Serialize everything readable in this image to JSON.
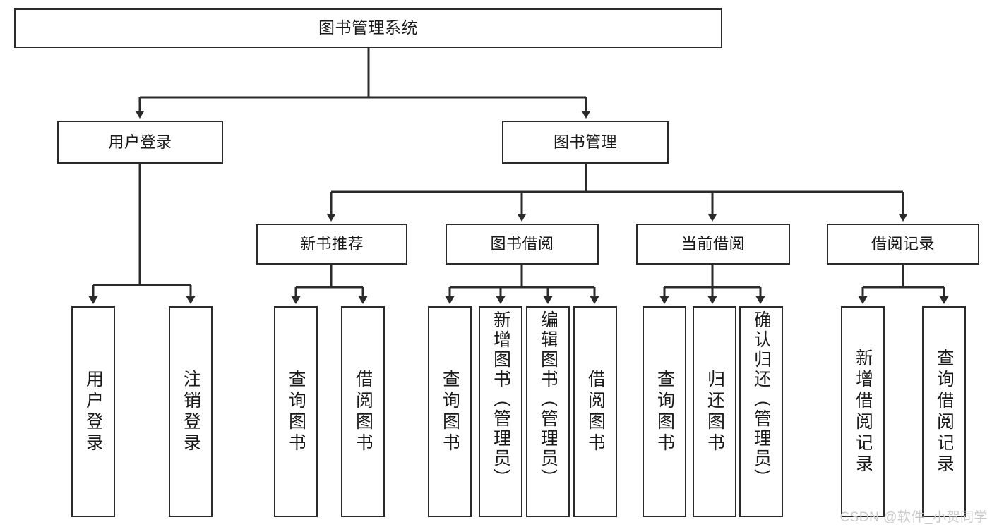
{
  "diagram": {
    "kind": "tree-hierarchy-chart",
    "title": "图书管理系统",
    "watermark": "CSDN @软件_小贺同学",
    "style": {
      "border_color": "#2b2b2b",
      "fill_color": "#ffffff",
      "text_color": "#1a1a1a",
      "line_color": "#2b2b2b",
      "watermark_color": "#c9c9c9"
    },
    "nodes": {
      "root": {
        "label": "图书管理系统"
      },
      "level1": [
        {
          "id": "user-login",
          "label": "用户登录"
        },
        {
          "id": "book-manage",
          "label": "图书管理"
        }
      ],
      "level2": [
        {
          "id": "new-book-recommend",
          "label": "新书推荐"
        },
        {
          "id": "book-borrow",
          "label": "图书借阅"
        },
        {
          "id": "current-borrow",
          "label": "当前借阅"
        },
        {
          "id": "borrow-record",
          "label": "借阅记录"
        }
      ],
      "leaves": {
        "user_login": [
          {
            "id": "leaf-user-login",
            "label": "用户登录"
          },
          {
            "id": "leaf-logout",
            "label": "注销登录"
          }
        ],
        "new_book_recommend": [
          {
            "id": "leaf-query-book-1",
            "label": "查询图书"
          },
          {
            "id": "leaf-borrow-book-1",
            "label": "借阅图书"
          }
        ],
        "book_borrow": [
          {
            "id": "leaf-query-book-2",
            "label": "查询图书"
          },
          {
            "id": "leaf-add-book",
            "label": "新增图书（管理员）"
          },
          {
            "id": "leaf-edit-book",
            "label": "编辑图书（管理员）"
          },
          {
            "id": "leaf-borrow-book-2",
            "label": "借阅图书"
          }
        ],
        "current_borrow": [
          {
            "id": "leaf-query-book-3",
            "label": "查询图书"
          },
          {
            "id": "leaf-return-book",
            "label": "归还图书"
          },
          {
            "id": "leaf-confirm-return",
            "label": "确认归还（管理员）"
          }
        ],
        "borrow_record": [
          {
            "id": "leaf-add-record",
            "label": "新增借阅记录"
          },
          {
            "id": "leaf-query-record",
            "label": "查询借阅记录"
          }
        ]
      }
    }
  }
}
